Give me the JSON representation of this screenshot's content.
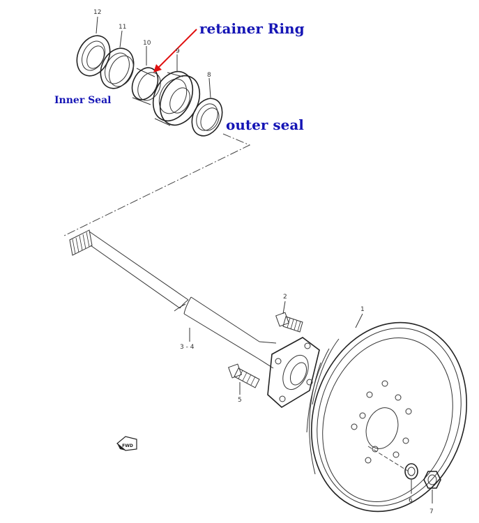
{
  "annotations": {
    "retainer_ring": "retainer Ring",
    "inner_seal": "Inner Seal",
    "outer_seal": "outer seal"
  },
  "callouts": {
    "p12": "12",
    "p11": "11",
    "p10": "10",
    "p9": "9",
    "p8": "8",
    "p2": "2",
    "p1": "1",
    "p34": "3 - 4",
    "p5": "5",
    "p6": "6",
    "p7": "7"
  },
  "fwd_label": "FWD",
  "colors": {
    "annotation": "#1515b5",
    "arrow": "#e01010",
    "line": "#333333"
  }
}
